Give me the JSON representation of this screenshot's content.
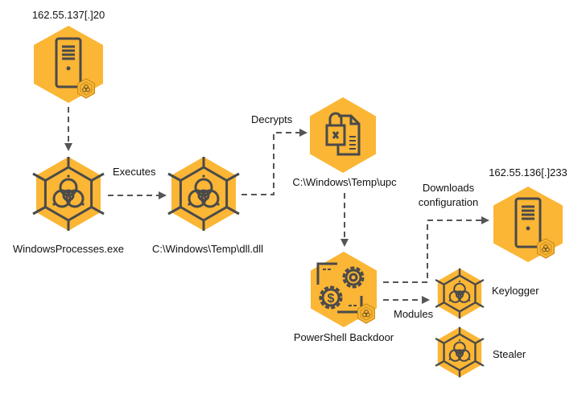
{
  "colors": {
    "hex_fill": "#FBB635",
    "icon_stroke": "#4A4A4A",
    "arrow": "#555555",
    "text": "#111111"
  },
  "nodes": {
    "c2_server_1": {
      "label": "162.55.137[.]20",
      "icon": "server-icon",
      "badge": "biohazard-badge-icon"
    },
    "windows_processes": {
      "label": "WindowsProcesses.exe",
      "icon": "biohazard-icon"
    },
    "dll": {
      "label": "C:\\Windows\\Temp\\dll.dll",
      "icon": "biohazard-icon"
    },
    "upc": {
      "label": "C:\\Windows\\Temp\\upc",
      "icon": "encrypted-file-icon"
    },
    "powershell_backdoor": {
      "label": "PowerShell Backdoor",
      "icon": "gears-icon",
      "badge": "biohazard-badge-icon"
    },
    "c2_server_2": {
      "label": "162.55.136[.]233",
      "icon": "server-icon",
      "badge": "biohazard-badge-icon"
    },
    "keylogger": {
      "label": "Keylogger",
      "icon": "biohazard-icon"
    },
    "stealer": {
      "label": "Stealer",
      "icon": "biohazard-icon"
    }
  },
  "edges": {
    "executes": {
      "label": "Executes"
    },
    "decrypts": {
      "label": "Decrypts"
    },
    "downloads": {
      "label_line1": "Downloads",
      "label_line2": "configuration"
    },
    "modules": {
      "label": "Modules"
    }
  }
}
